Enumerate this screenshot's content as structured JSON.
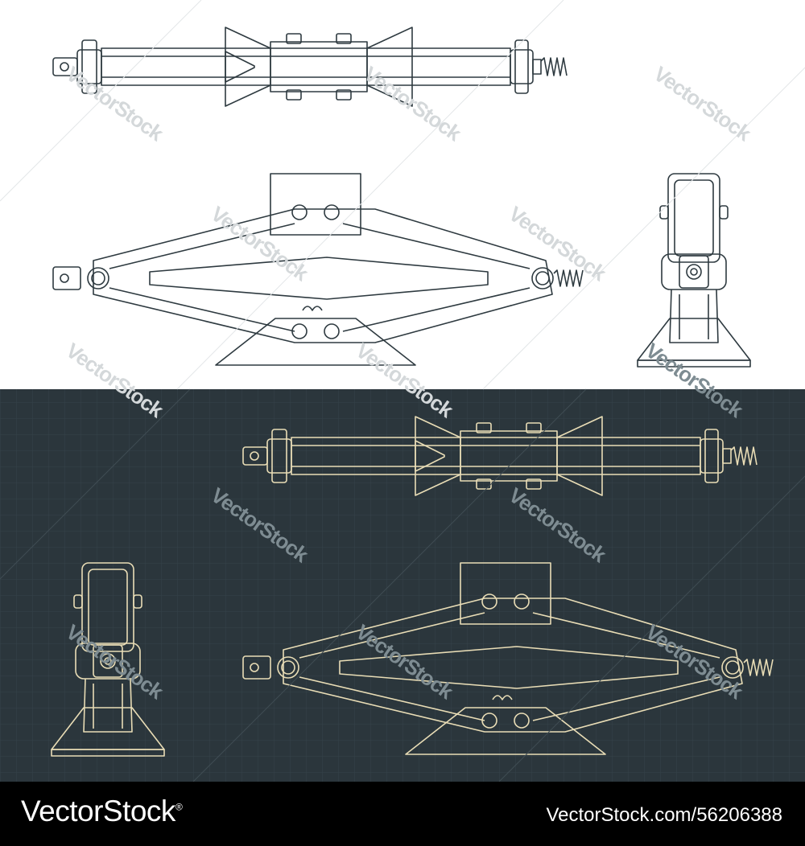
{
  "watermark": {
    "text": "VectorStock",
    "light_color": "#d4d8da",
    "dark_color": "#7e8c92"
  },
  "colors": {
    "light_bg": "#ffffff",
    "light_stroke": "#2e3a40",
    "dark_bg": "#2b363c",
    "dark_stroke": "#e9ddb6",
    "grid_line": "#36434a",
    "footer_bg": "#000000",
    "footer_text": "#ffffff"
  },
  "footer": {
    "brand": "VectorStock",
    "brand_mark": "®",
    "image_id": "VectorStock.com/56206388"
  }
}
